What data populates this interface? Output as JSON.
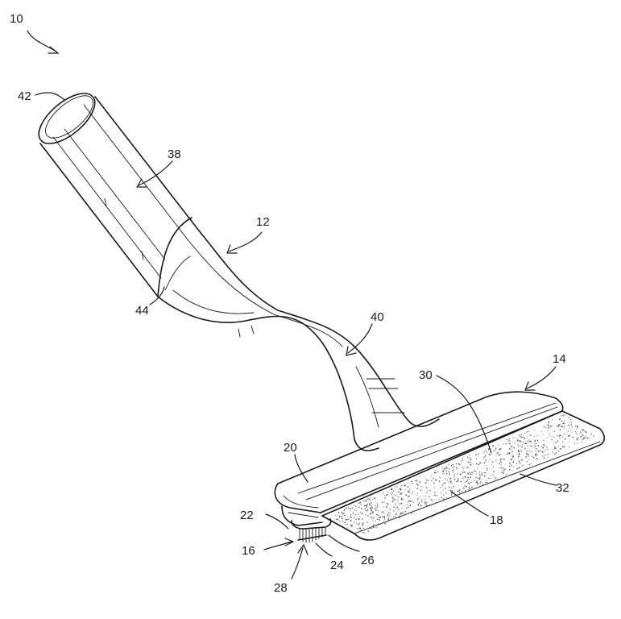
{
  "figure": {
    "reference_numerals": {
      "device": "10",
      "handle": "12",
      "head": "14",
      "scrubber": "16",
      "pad": "18",
      "head_body": "20",
      "scrubber_base": "22",
      "bristles_a": "24",
      "bristles_b": "26",
      "scrubber_tip": "28",
      "head_edge": "30",
      "pad_edge": "32",
      "grip": "38",
      "neck": "40",
      "end_cap": "42",
      "grip_transition": "44"
    },
    "colors": {
      "ink": "#1a1a1a",
      "stipple": "#555555",
      "background": "#ffffff"
    }
  }
}
